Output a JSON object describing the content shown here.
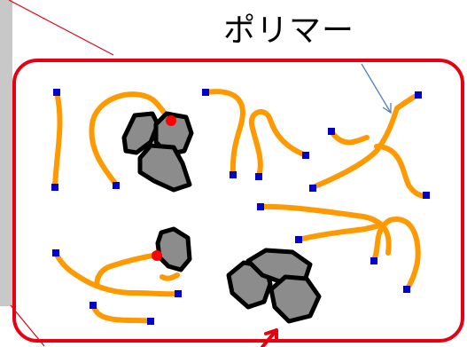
{
  "label": "ポリマー",
  "colors": {
    "frame": "#e60012",
    "chain": "#ff9900",
    "chain_end": "#0000cc",
    "bond_point": "#ff0000",
    "particle_fill": "#8c8c8c",
    "particle_stroke": "#000000",
    "pointer_arrow": "#4f81bd",
    "left_panel": "#c8c8c8"
  },
  "legend": {
    "chain_icon": "orange-polymer-chain",
    "end_icon": "blue-square-chain-end",
    "bond_icon": "red-dot-bonding-site",
    "particle_icon": "gray-filler-particle"
  },
  "counts": {
    "chains": 14,
    "particles": 7,
    "bond_points": 2
  }
}
